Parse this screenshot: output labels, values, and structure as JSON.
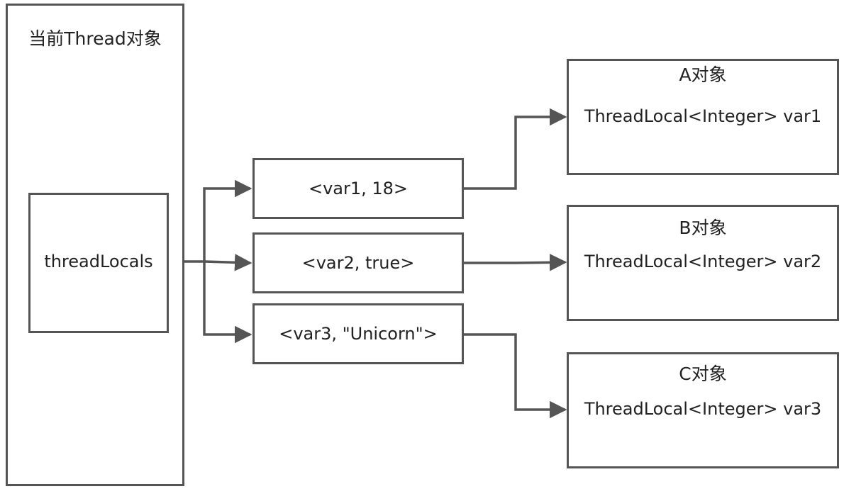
{
  "thread_object": {
    "title": "当前Thread对象",
    "field_label": "threadLocals"
  },
  "entries": [
    {
      "label": "<var1, 18>"
    },
    {
      "label": "<var2, true>"
    },
    {
      "label": "<var3, \"Unicorn\">"
    }
  ],
  "targets": [
    {
      "title": "A对象",
      "field": "ThreadLocal<Integer> var1"
    },
    {
      "title": "B对象",
      "field": "ThreadLocal<Integer> var2"
    },
    {
      "title": "C对象",
      "field": "ThreadLocal<Integer> var3"
    }
  ],
  "colors": {
    "stroke": "#555555",
    "text": "#222222",
    "background": "#ffffff"
  }
}
